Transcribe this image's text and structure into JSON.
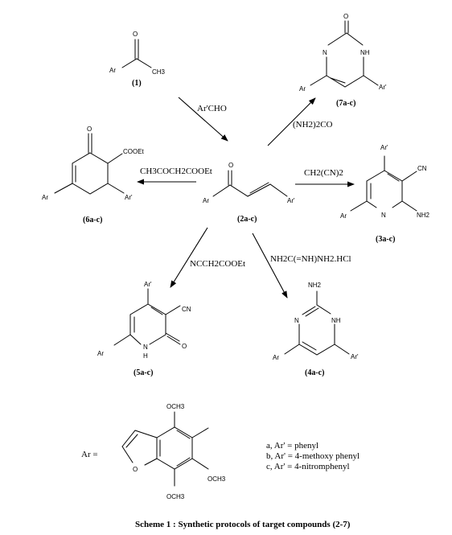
{
  "compounds": {
    "c1": {
      "id": "(1)",
      "ar": "Ar",
      "ch3": "CH3",
      "o": "O"
    },
    "c2": {
      "id": "(2a-c)",
      "ar": "Ar",
      "arp": "Ar'",
      "o": "O"
    },
    "c3": {
      "id": "(3a-c)",
      "ar": "Ar",
      "arp": "Ar'",
      "n": "N",
      "cn": "CN",
      "nh2": "NH2"
    },
    "c4": {
      "id": "(4a-c)",
      "ar": "Ar",
      "arp": "Ar'",
      "n": "N",
      "nh": "NH",
      "nh2": "NH2"
    },
    "c5": {
      "id": "(5a-c)",
      "ar": "Ar",
      "arp": "Ar'",
      "n": "N",
      "h": "H",
      "cn": "CN",
      "o": "O"
    },
    "c6": {
      "id": "(6a-c)",
      "ar": "Ar",
      "arp": "Ar'",
      "o": "O",
      "cooet": "COOEt"
    },
    "c7": {
      "id": "(7a-c)",
      "ar": "Ar",
      "arp": "Ar'",
      "n": "N",
      "nh": "NH",
      "o": "O"
    }
  },
  "reagents": {
    "r_archo": "Ar'CHO",
    "r_urea": "(NH2)2CO",
    "r_malono": "CH2(CN)2",
    "r_acetoacetate": "CH3COCH2COOEt",
    "r_cyanoacetate": "NCCH2COOEt",
    "r_guanidine": "NH2C(=NH)NH2.HCl"
  },
  "ar_def": {
    "label": "Ar =",
    "och3_top": "OCH3",
    "och3_right": "OCH3",
    "och3_bottom": "OCH3",
    "o": "O"
  },
  "legend": [
    "a, Ar' = phenyl",
    "b, Ar' = 4-methoxy phenyl",
    "c, Ar' = 4-nitromphenyl"
  ],
  "caption": "Scheme 1 : Synthetic protocols of target compounds (2-7)"
}
